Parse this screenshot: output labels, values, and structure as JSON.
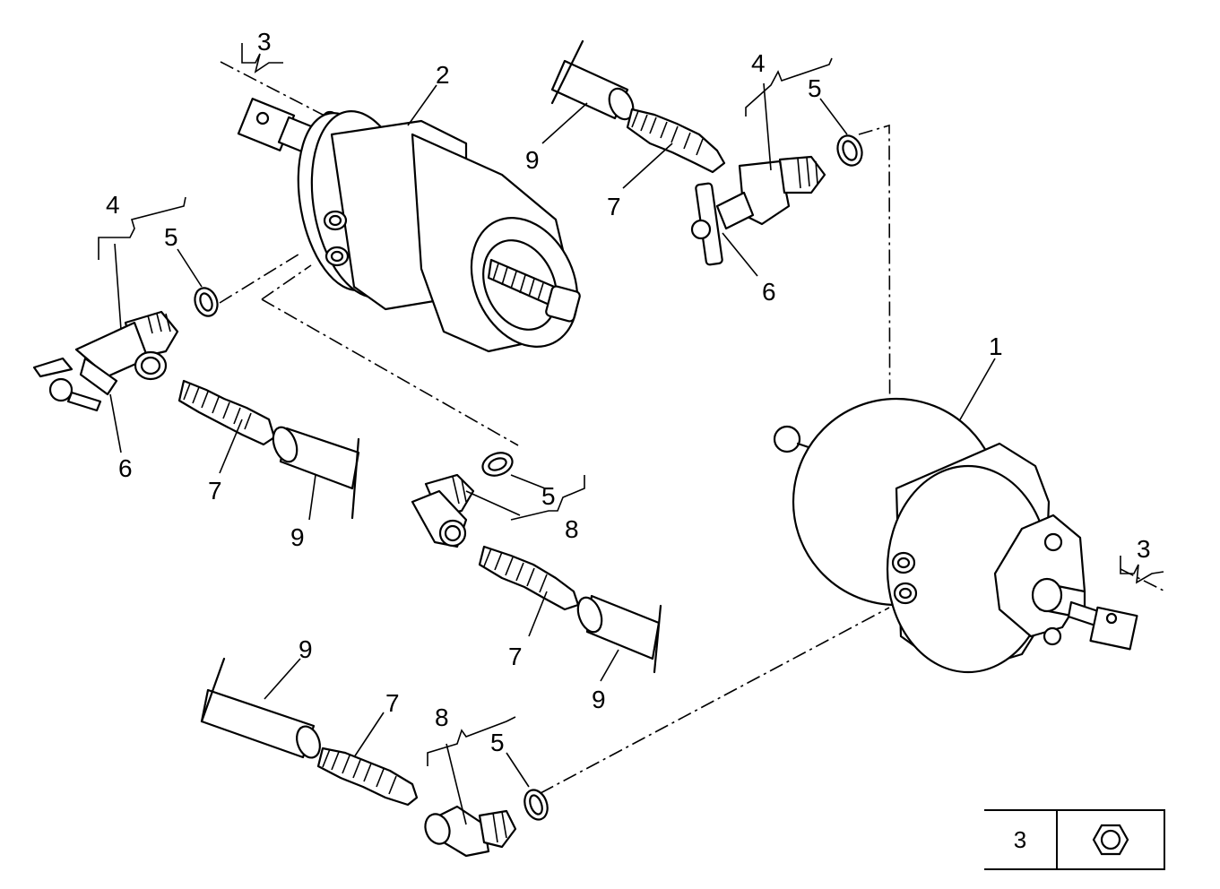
{
  "callouts": {
    "c1": "1",
    "c2": "2",
    "c3_top": "3",
    "c3_right": "3",
    "c4_left": "4",
    "c4_top": "4",
    "c5_left": "5",
    "c5_top": "5",
    "c5_mid": "5",
    "c5_bottom": "5",
    "c6_left": "6",
    "c6_top": "6",
    "c7_left": "7",
    "c7_top": "7",
    "c7_mid": "7",
    "c7_bottom": "7",
    "c8_mid": "8",
    "c8_bottom": "8",
    "c9_left": "9",
    "c9_top": "9",
    "c9_mid": "9",
    "c9_bottom": "9"
  },
  "legend": {
    "item_number": "3",
    "icon": "hex-nut-icon"
  }
}
